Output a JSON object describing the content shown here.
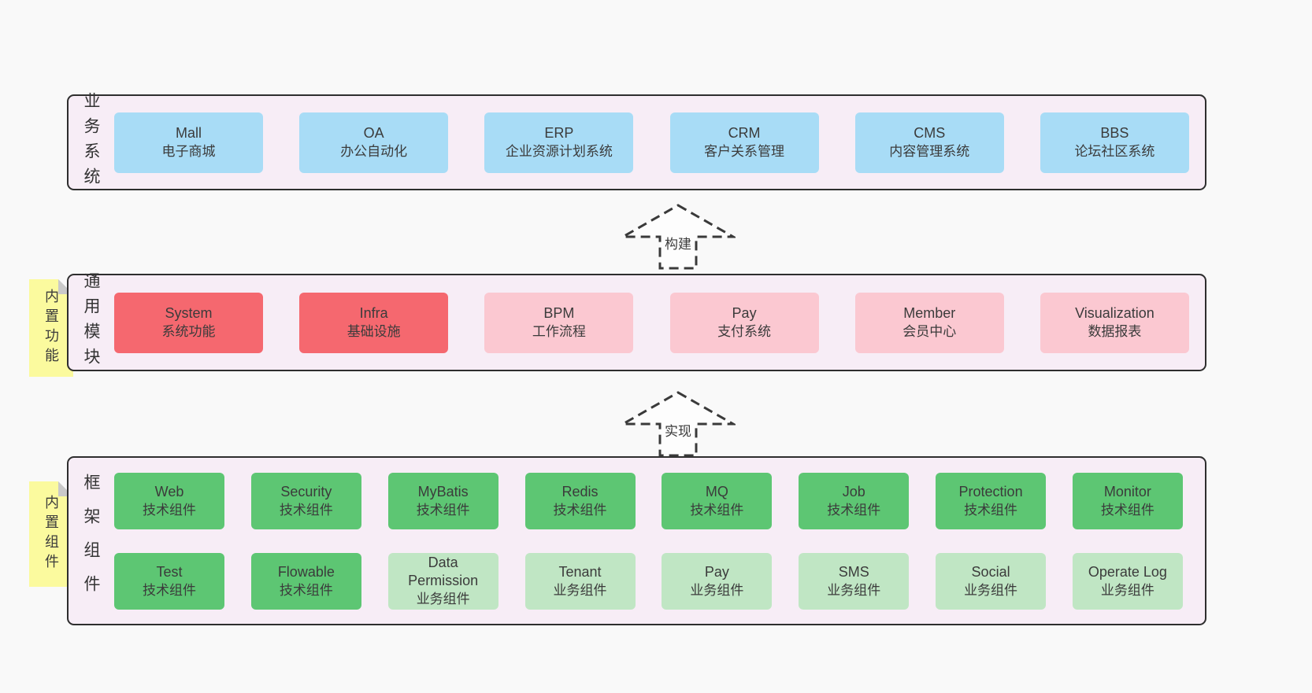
{
  "colors": {
    "page_bg": "#f9f9f9",
    "band_bg": "#f7edf6",
    "band_border": "#2e2e2e",
    "blue_box": "#a8dcf6",
    "red_box": "#f5686f",
    "pink_box": "#fbc8d1",
    "green_box": "#5dc673",
    "light_green_box": "#c0e6c4",
    "note_yellow": "#fbfa9e",
    "note_fold_gray": "#c9c9c9",
    "text": "#3b3b3b"
  },
  "arrows": [
    {
      "label": "构建"
    },
    {
      "label": "实现"
    }
  ],
  "bands": [
    {
      "label": "业务系统",
      "boxes": [
        {
          "en": "Mall",
          "zh": "电子商城",
          "variant": "blue"
        },
        {
          "en": "OA",
          "zh": "办公自动化",
          "variant": "blue"
        },
        {
          "en": "ERP",
          "zh": "企业资源计划系统",
          "variant": "blue"
        },
        {
          "en": "CRM",
          "zh": "客户关系管理",
          "variant": "blue"
        },
        {
          "en": "CMS",
          "zh": "内容管理系统",
          "variant": "blue"
        },
        {
          "en": "BBS",
          "zh": "论坛社区系统",
          "variant": "blue"
        }
      ]
    },
    {
      "label": "通用模块",
      "note": "内置功能",
      "boxes": [
        {
          "en": "System",
          "zh": "系统功能",
          "variant": "red"
        },
        {
          "en": "Infra",
          "zh": "基础设施",
          "variant": "red"
        },
        {
          "en": "BPM",
          "zh": "工作流程",
          "variant": "pink"
        },
        {
          "en": "Pay",
          "zh": "支付系统",
          "variant": "pink"
        },
        {
          "en": "Member",
          "zh": "会员中心",
          "variant": "pink"
        },
        {
          "en": "Visualization",
          "zh": "数据报表",
          "variant": "pink"
        }
      ]
    },
    {
      "label": "框架组件",
      "note": "内置组件",
      "rows": [
        [
          {
            "en": "Web",
            "zh": "技术组件",
            "variant": "green"
          },
          {
            "en": "Security",
            "zh": "技术组件",
            "variant": "green"
          },
          {
            "en": "MyBatis",
            "zh": "技术组件",
            "variant": "green"
          },
          {
            "en": "Redis",
            "zh": "技术组件",
            "variant": "green"
          },
          {
            "en": "MQ",
            "zh": "技术组件",
            "variant": "green"
          },
          {
            "en": "Job",
            "zh": "技术组件",
            "variant": "green"
          },
          {
            "en": "Protection",
            "zh": "技术组件",
            "variant": "green"
          },
          {
            "en": "Monitor",
            "zh": "技术组件",
            "variant": "green"
          }
        ],
        [
          {
            "en": "Test",
            "zh": "技术组件",
            "variant": "green"
          },
          {
            "en": "Flowable",
            "zh": "技术组件",
            "variant": "green"
          },
          {
            "en": "Data\nPermission",
            "zh": "业务组件",
            "variant": "lightgreen"
          },
          {
            "en": "Tenant",
            "zh": "业务组件",
            "variant": "lightgreen"
          },
          {
            "en": "Pay",
            "zh": "业务组件",
            "variant": "lightgreen"
          },
          {
            "en": "SMS",
            "zh": "业务组件",
            "variant": "lightgreen"
          },
          {
            "en": "Social",
            "zh": "业务组件",
            "variant": "lightgreen"
          },
          {
            "en": "Operate Log",
            "zh": "业务组件",
            "variant": "lightgreen"
          }
        ]
      ]
    }
  ]
}
